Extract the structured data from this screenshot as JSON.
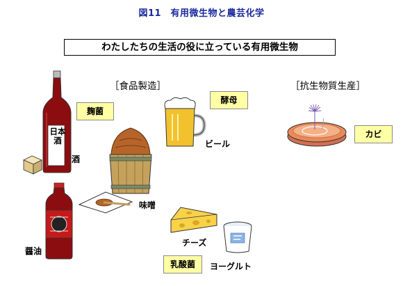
{
  "figure": {
    "title": "図11　有用微生物と農芸化学",
    "subtitle": "わたしたちの生活の役に立っている有用微生物"
  },
  "sections": {
    "food": "［食品製造］",
    "antibiotic": "［抗生物質生産］"
  },
  "microbes": {
    "koji": "麹菌",
    "yeast": "酵母",
    "lactic": "乳酸菌",
    "mold": "カビ"
  },
  "products": {
    "sake": "酒",
    "sake_bottle_text": "日本酒",
    "beer": "ビール",
    "miso": "味噌",
    "soy_sauce": "醤油",
    "cheese": "チーズ",
    "yogurt": "ヨーグルト"
  },
  "colors": {
    "title": "#1a2a9c",
    "tag_fill": "#ffffa6",
    "bottle": "#8b0d10",
    "barrel": "#c4a25c",
    "miso": "#b5652a",
    "beer": "#f2c12e",
    "cheese": "#f7d24a",
    "petri": "#e88a5a"
  },
  "icons": [
    "sake-bottle-icon",
    "sake-cup-icon",
    "beer-mug-icon",
    "miso-barrel-icon",
    "miso-plate-icon",
    "soy-sauce-bottle-icon",
    "cheese-icon",
    "yogurt-cup-icon",
    "petri-dish-icon"
  ]
}
